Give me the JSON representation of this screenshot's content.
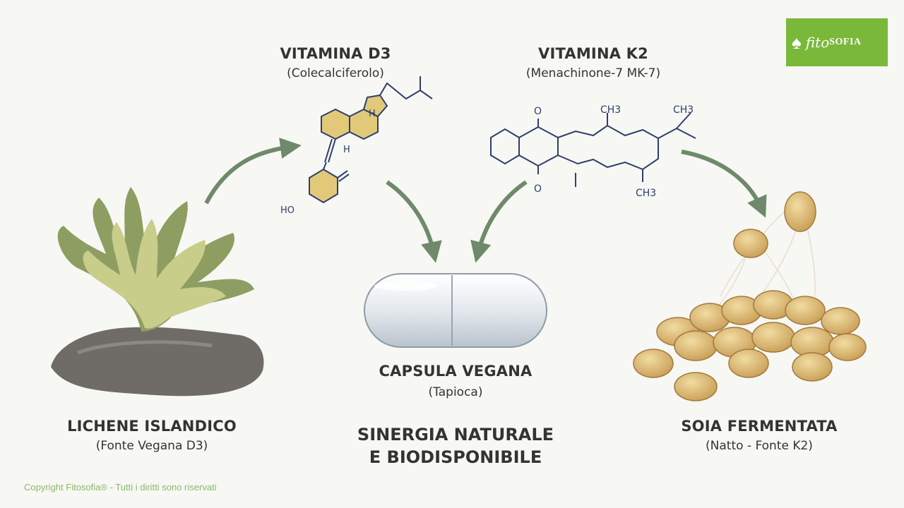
{
  "logo": {
    "text_fito": "fito",
    "text_sofia": "SOFIA"
  },
  "vitamin_d3": {
    "title": "VITAMINA D3",
    "subtitle": "(Colecalciferolo)",
    "atom_h_top": "H",
    "atom_h_mid": "H",
    "atom_ho": "HO"
  },
  "vitamin_k2": {
    "title": "VITAMINA K2",
    "subtitle": "(Menachinone-7 MK-7)",
    "o_top": "O",
    "o_bottom": "O",
    "ch3_top": "CH3",
    "ch3_right": "CH3",
    "ch3_bottom": "CH3"
  },
  "capsule": {
    "title": "CAPSULA VEGANA",
    "subtitle": "(Tapioca)"
  },
  "tagline": {
    "line1": "SINERGIA NATURALE",
    "line2": "E BIODISPONIBILE"
  },
  "lichen": {
    "title": "LICHENE ISLANDICO",
    "subtitle": "(Fonte Vegana D3)"
  },
  "soy": {
    "title": "SOIA FERMENTATA",
    "subtitle": "(Natto - Fonte K2)"
  },
  "footer": {
    "copyright": "Copyright Fitosofia® - Tutti i diritti sono riservati"
  },
  "colors": {
    "arrow": "#6f8a6a",
    "lichen_light": "#c9cd8a",
    "lichen_dark": "#8e9e62",
    "rock": "#6f6b66",
    "soy": "#d9b874",
    "logo_bg": "#7ab83a"
  }
}
